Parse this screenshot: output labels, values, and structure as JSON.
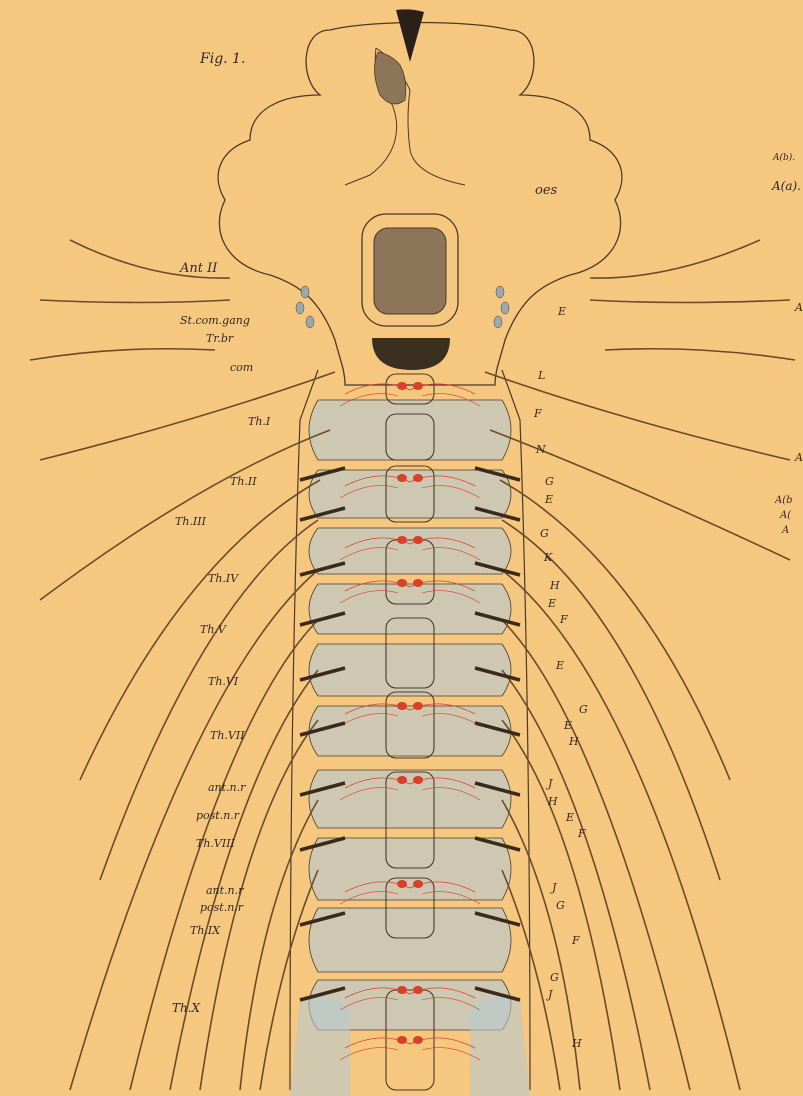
{
  "figure_title": "Fig. 1.",
  "labels": {
    "oes": "oes",
    "ant2": "Ant II",
    "stcomgang": "St.com.gang",
    "trbr": "Tr.br",
    "com": "com",
    "th1": "Th.I",
    "th2": "Th.II",
    "th3": "Th.III",
    "th4": "Th.IV",
    "th5": "Th.V",
    "th6": "Th.VI",
    "th7": "Th.VII",
    "th8": "Th.VIII",
    "th9": "Th.IX",
    "th10": "Th.X",
    "antnr1": "ant.n.r",
    "postnr1": "post.n.r",
    "antnr2": "ant.n.r",
    "postnr2": "post.n.r",
    "ab1": "A(b).",
    "aa1": "A(a).",
    "a2": "A",
    "a3": "A",
    "ab2": "A(b",
    "aa2": "A(",
    "a4": "A",
    "rE1": "E",
    "rL": "L",
    "rF1": "F",
    "rN": "N",
    "rG1": "G",
    "rE2": "E",
    "rG2": "G",
    "rK": "K",
    "rH1": "H",
    "rE3": "E",
    "rF2": "F",
    "rE4": "E",
    "rG3": "G",
    "rE5": "E",
    "rH2": "H",
    "rJ1": "J",
    "rH3": "H",
    "rE6": "E",
    "rF3": "F",
    "rJ2": "J",
    "rG4": "G",
    "rF4": "F",
    "rG5": "G",
    "rJ3": "J",
    "rH4": "H"
  },
  "colors": {
    "background": "#f6c77f",
    "outline": "#4a3a2a",
    "nerve": "#6b4a2a",
    "red_neurons": "#d8402a",
    "blue_segments": "#b9c9cf",
    "dark_mass": "#8c7558"
  }
}
